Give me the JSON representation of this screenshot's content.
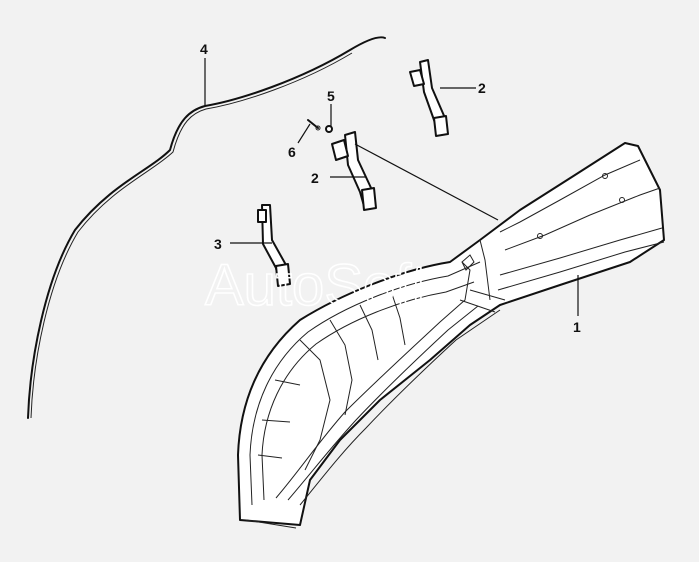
{
  "callouts": {
    "c1": "1",
    "c2a": "2",
    "c2b": "2",
    "c3": "3",
    "c4": "4",
    "c5": "5",
    "c6": "6"
  },
  "watermark": "AutoSoft",
  "colors": {
    "background": "#f2f2f2",
    "line": "#111111",
    "part_fill": "#ffffff"
  }
}
